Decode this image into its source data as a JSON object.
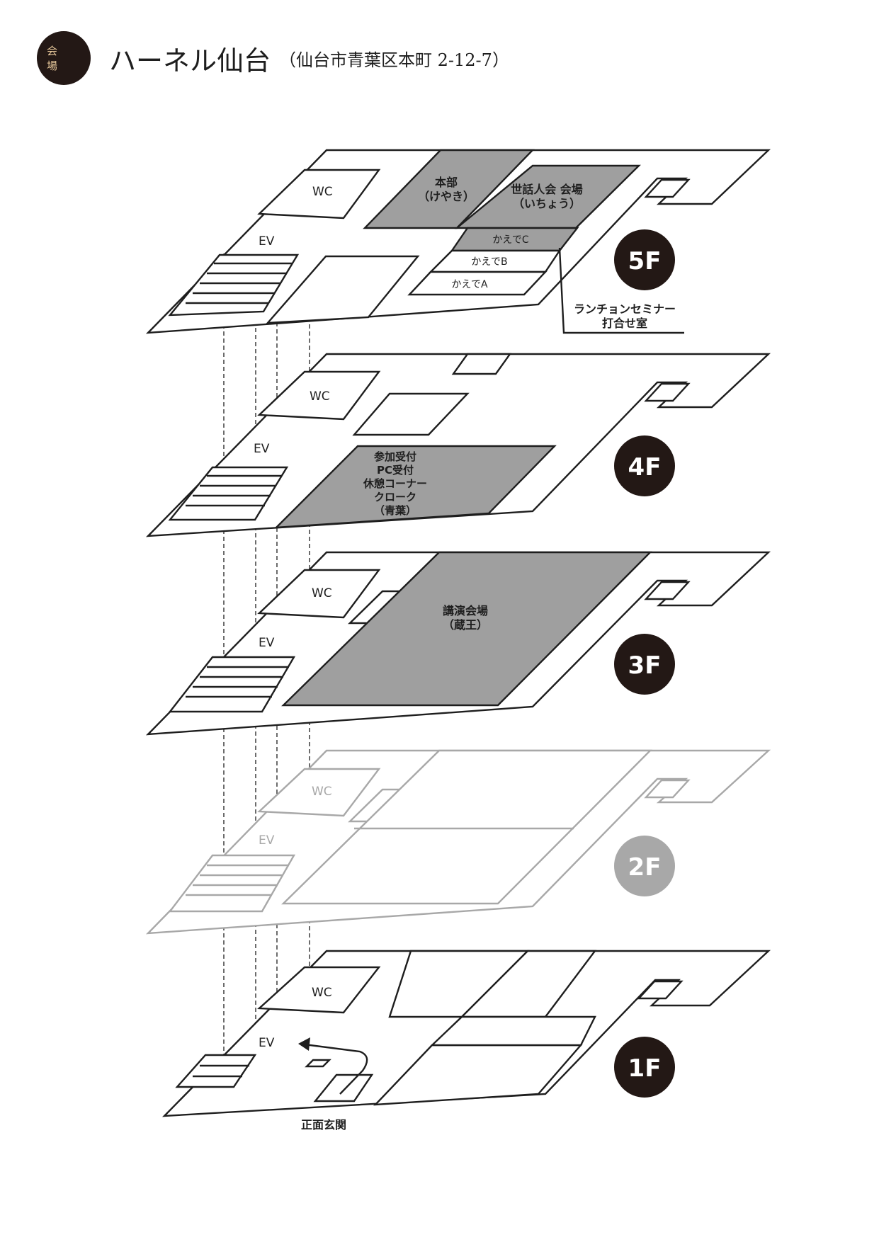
{
  "header": {
    "badge": "会 場",
    "venue": "ハーネル仙台",
    "address": "（仙台市青葉区本町 2-12-7）"
  },
  "floors": {
    "f5": {
      "label": "5F",
      "wc": "WC",
      "ev": "EV",
      "honbu": [
        "本部",
        "（けやき）"
      ],
      "sewanin": [
        "世話人会 会場",
        "（いちょう）"
      ],
      "kaede_c": "かえでC",
      "kaede_b": "かえでB",
      "kaede_a": "かえでA",
      "lunch": [
        "ランチョンセミナー",
        "打合せ室"
      ]
    },
    "f4": {
      "label": "4F",
      "wc": "WC",
      "ev": "EV",
      "reception": [
        "参加受付",
        "PC受付",
        "休憩コーナー",
        "クローク",
        "（青葉）"
      ]
    },
    "f3": {
      "label": "3F",
      "wc": "WC",
      "ev": "EV",
      "hall": [
        "講演会場",
        "（蔵王）"
      ]
    },
    "f2": {
      "label": "2F",
      "wc": "WC",
      "ev": "EV"
    },
    "f1": {
      "label": "1F",
      "wc": "WC",
      "ev": "EV",
      "entrance": "正面玄関"
    }
  },
  "colors": {
    "highlight": "#9f9f9f",
    "line": "#1e1e1e",
    "inactive": "#a8a8a8",
    "badge": "#231815"
  }
}
